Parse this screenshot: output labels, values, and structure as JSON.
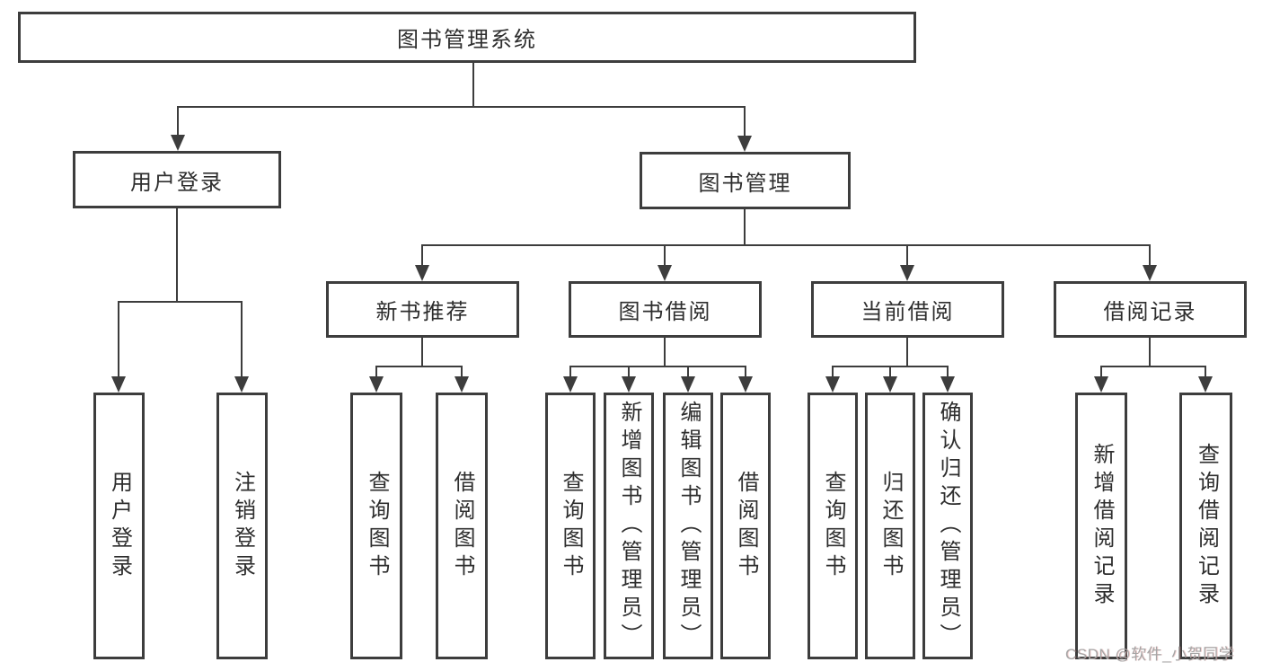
{
  "diagram": {
    "title": "图书管理系统",
    "level2": {
      "user_login": "用户登录",
      "book_management": "图书管理"
    },
    "level3": {
      "new_books": "新书推荐",
      "borrowing": "图书借阅",
      "current": "当前借阅",
      "records": "借阅记录"
    },
    "leaves": {
      "login": [
        "用户登录",
        "注销登录"
      ],
      "new_books": [
        "查询图书",
        "借阅图书"
      ],
      "borrowing": [
        "查询图书",
        "新增图书（管理员）",
        "编辑图书（管理员）",
        "借阅图书"
      ],
      "current": [
        "查询图书",
        "归还图书",
        "确认归还（管理员）"
      ],
      "records": [
        "新增借阅记录",
        "查询借阅记录"
      ]
    },
    "colors": {
      "line": "#3d3d3d",
      "text": "#2e2e2e",
      "watermark_text": "#a6a6a6"
    }
  },
  "watermark": "CSDN @软件_小贺同学"
}
